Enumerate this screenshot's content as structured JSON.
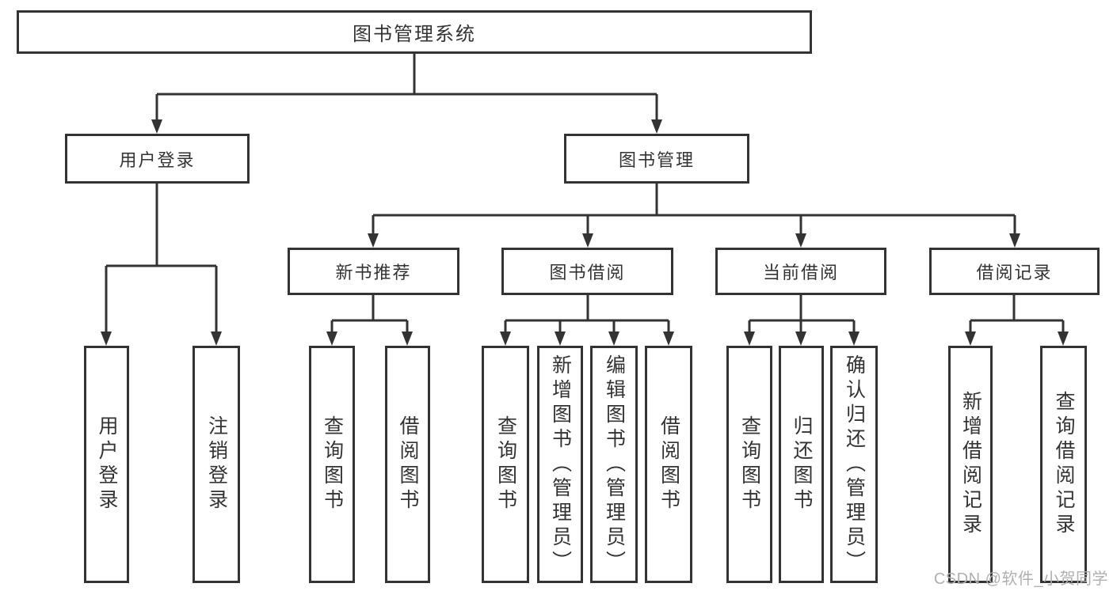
{
  "tree": {
    "root": {
      "label": "图书管理系统",
      "children": [
        {
          "label": "用户登录",
          "children": [
            {
              "label": "用户登录"
            },
            {
              "label": "注销登录"
            }
          ]
        },
        {
          "label": "图书管理",
          "children": [
            {
              "label": "新书推荐",
              "children": [
                {
                  "label": "查询图书"
                },
                {
                  "label": "借阅图书"
                }
              ]
            },
            {
              "label": "图书借阅",
              "children": [
                {
                  "label": "查询图书"
                },
                {
                  "label": "新增图书（管理员）"
                },
                {
                  "label": "编辑图书（管理员）"
                },
                {
                  "label": "借阅图书"
                }
              ]
            },
            {
              "label": "当前借阅",
              "children": [
                {
                  "label": "查询图书"
                },
                {
                  "label": "归还图书"
                },
                {
                  "label": "确认归还（管理员）"
                }
              ]
            },
            {
              "label": "借阅记录",
              "children": [
                {
                  "label": "新增借阅记录"
                },
                {
                  "label": "查询借阅记录"
                }
              ]
            }
          ]
        }
      ]
    }
  },
  "watermark": {
    "text": "CSDN @软件_小贺同学"
  },
  "colors": {
    "line": "#333333",
    "text": "#333333",
    "watermark": "#b0b0b0",
    "bg": "#ffffff"
  }
}
